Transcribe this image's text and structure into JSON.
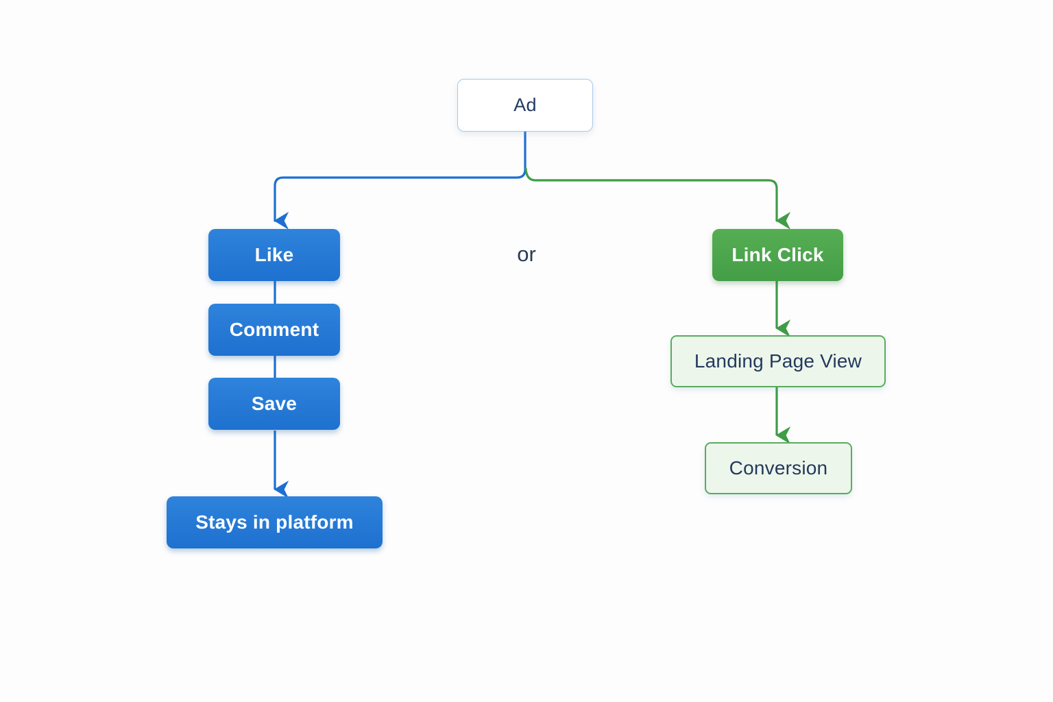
{
  "diagram": {
    "root": {
      "id": "ad",
      "label": "Ad"
    },
    "connector_label": "or",
    "left_branch": {
      "theme_color": "#1d6fd2",
      "nodes": [
        {
          "id": "like",
          "label": "Like",
          "style": "solid-blue"
        },
        {
          "id": "comment",
          "label": "Comment",
          "style": "solid-blue"
        },
        {
          "id": "save",
          "label": "Save",
          "style": "solid-blue"
        },
        {
          "id": "stays-in-platform",
          "label": "Stays in platform",
          "style": "solid-blue"
        }
      ]
    },
    "right_branch": {
      "theme_color": "#3f9c47",
      "nodes": [
        {
          "id": "link-click",
          "label": "Link Click",
          "style": "solid-green"
        },
        {
          "id": "landing-page-view",
          "label": "Landing Page View",
          "style": "outline-green"
        },
        {
          "id": "conversion",
          "label": "Conversion",
          "style": "outline-green"
        }
      ]
    },
    "edges": [
      {
        "from": "Ad",
        "to": "Like",
        "color": "blue",
        "arrow": true
      },
      {
        "from": "Ad",
        "to": "Link Click",
        "color": "green",
        "arrow": true
      },
      {
        "from": "Like",
        "to": "Comment",
        "color": "blue",
        "arrow": false
      },
      {
        "from": "Comment",
        "to": "Save",
        "color": "blue",
        "arrow": false
      },
      {
        "from": "Save",
        "to": "Stays in platform",
        "color": "blue",
        "arrow": true
      },
      {
        "from": "Link Click",
        "to": "Landing Page View",
        "color": "green",
        "arrow": true
      },
      {
        "from": "Landing Page View",
        "to": "Conversion",
        "color": "green",
        "arrow": true
      }
    ],
    "colors": {
      "background": "#fdfdfd",
      "blue_node": "#2178d4",
      "blue_line": "#1d6fd2",
      "green_node": "#4da94f",
      "green_line": "#3f9c47",
      "light_green_fill": "#ecf6eb",
      "green_border": "#5aab5e",
      "root_border": "#a9c7e9",
      "text_dark": "#24395c",
      "text_light": "#ffffff"
    }
  }
}
